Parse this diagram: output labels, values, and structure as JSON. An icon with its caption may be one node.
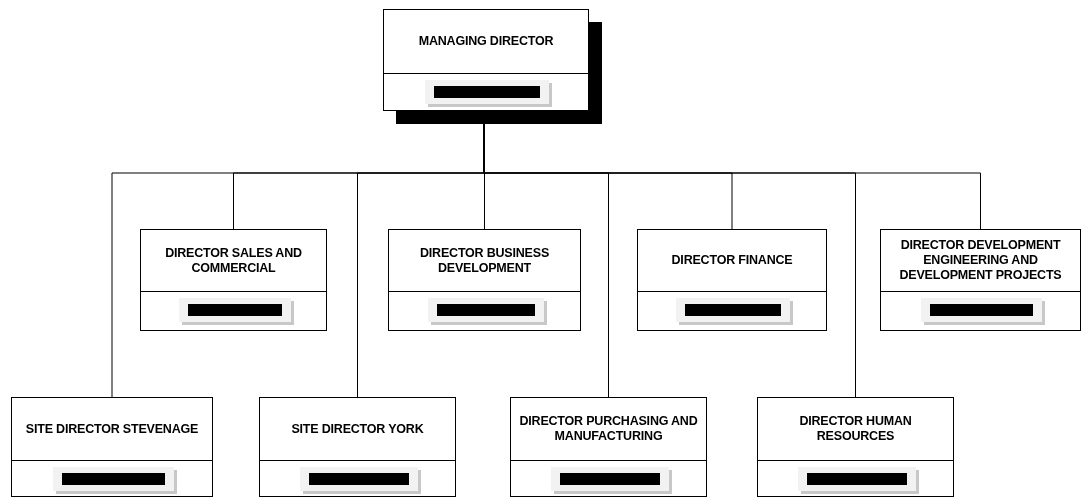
{
  "diagram": {
    "nodes": [
      {
        "text": [
          "MANAGING DIRECTOR"
        ]
      },
      {
        "text": [
          "DIRECTOR SALES AND COMMERCIAL"
        ]
      },
      {
        "text": [
          "DIRECTOR BUSINESS DEVELOPMENT"
        ]
      },
      {
        "text": [
          "DIRECTOR FINANCE"
        ]
      },
      {
        "text": [
          "DIRECTOR DEVELOPMENT ENGINEERING AND DEVELOPMENT PROJECTS"
        ]
      },
      {
        "text": [
          "SITE DIRECTOR STEVENAGE"
        ]
      },
      {
        "text": [
          "SITE DIRECTOR YORK"
        ]
      },
      {
        "text": [
          "DIRECTOR PURCHASING AND MANUFACTURING"
        ]
      },
      {
        "text": [
          "DIRECTOR HUMAN RESOURCES"
        ]
      }
    ],
    "edges": [
      {
        "from": 0,
        "to": 5,
        "arrow": "none"
      },
      {
        "from": 0,
        "to": 1,
        "arrow": "none"
      },
      {
        "from": 0,
        "to": 6,
        "arrow": "none"
      },
      {
        "from": 0,
        "to": 2,
        "arrow": "none"
      },
      {
        "from": 0,
        "to": 7,
        "arrow": "none"
      },
      {
        "from": 0,
        "to": 3,
        "arrow": "none"
      },
      {
        "from": 0,
        "to": 8,
        "arrow": "none"
      },
      {
        "from": 0,
        "to": 4,
        "arrow": "none"
      }
    ]
  }
}
